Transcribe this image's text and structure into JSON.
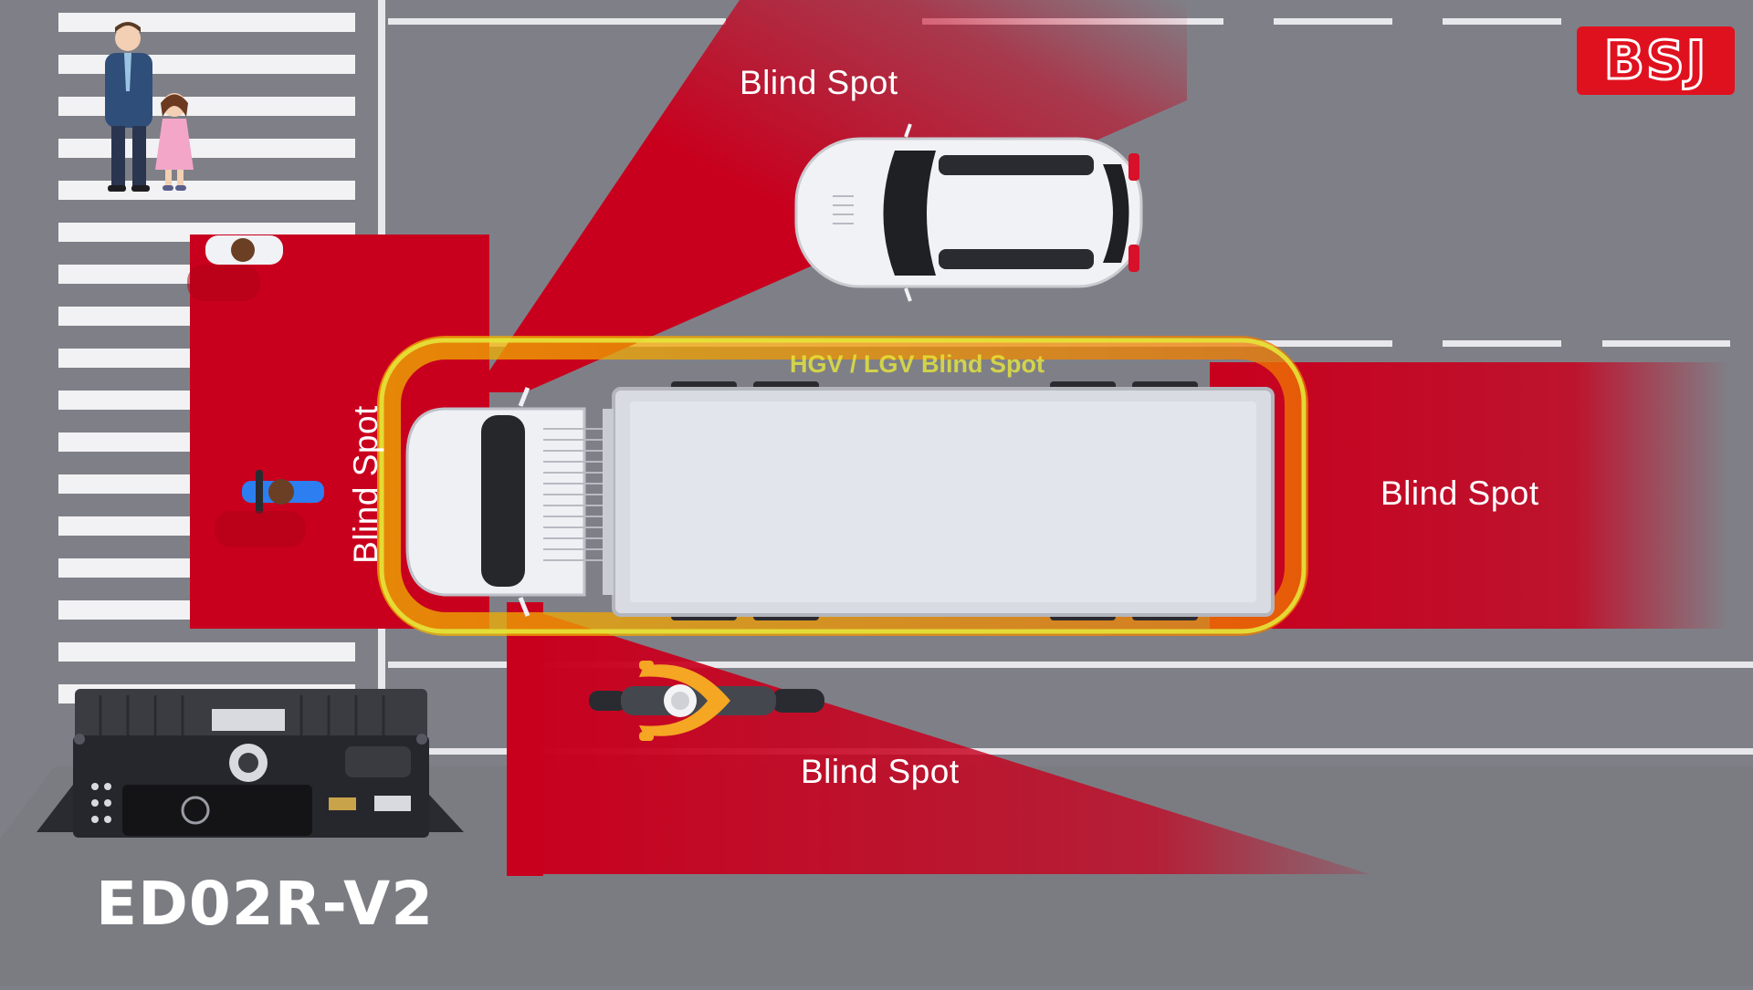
{
  "labels": {
    "top_blind_spot": "Blind Spot",
    "left_blind_spot": "Blind Spot",
    "rear_blind_spot": "Blind Spot",
    "bottom_blind_spot": "Blind Spot",
    "hgv_zone": "HGV / LGV Blind Spot"
  },
  "product": {
    "name": "ED02R-V2"
  },
  "brand": {
    "logo_text": "BSJ"
  },
  "colors": {
    "road": "#7f8087",
    "blind_spot_red": "#c8001e",
    "hgv_zone_yellow": "#e4e43a",
    "brand_red": "#e0111f"
  },
  "icons": [
    "pedestrian-man-icon",
    "pedestrian-girl-icon",
    "pedestrian-topdown-icon",
    "cyclist-icon",
    "car-icon",
    "truck-icon",
    "motorcycle-icon",
    "mdvr-device-icon"
  ]
}
